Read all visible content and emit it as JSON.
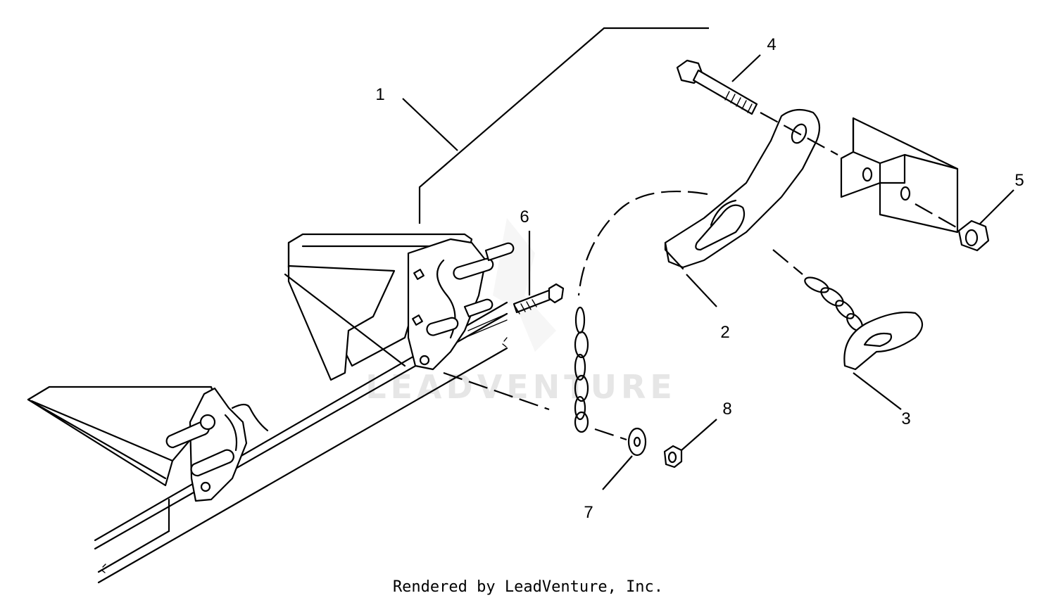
{
  "diagram": {
    "callouts": {
      "c1": "1",
      "c2": "2",
      "c3": "3",
      "c4": "4",
      "c5": "5",
      "c6": "6",
      "c7": "7",
      "c8": "8"
    },
    "watermark": "LEADVENTURE",
    "footer": "Rendered by LeadVenture, Inc."
  }
}
